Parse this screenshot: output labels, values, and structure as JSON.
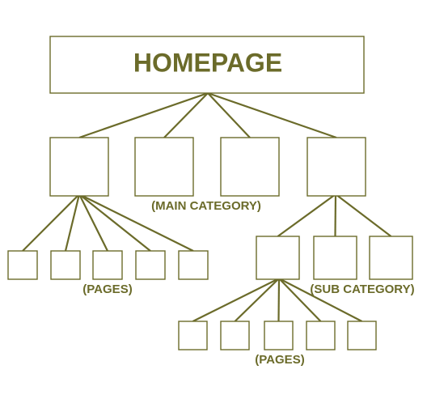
{
  "diagram": {
    "homepage_label": "HOMEPAGE",
    "main_category_caption": "(MAIN CATEGORY)",
    "pages_caption_left": "(PAGES)",
    "sub_category_caption": "(SUB CATEGORY)",
    "pages_caption_bottom": "(PAGES)",
    "main_category_count": 4,
    "left_pages_count": 5,
    "sub_category_count": 3,
    "bottom_pages_count": 5
  },
  "colors": {
    "ink": "#6b6b2a",
    "background": "#ffffff"
  }
}
